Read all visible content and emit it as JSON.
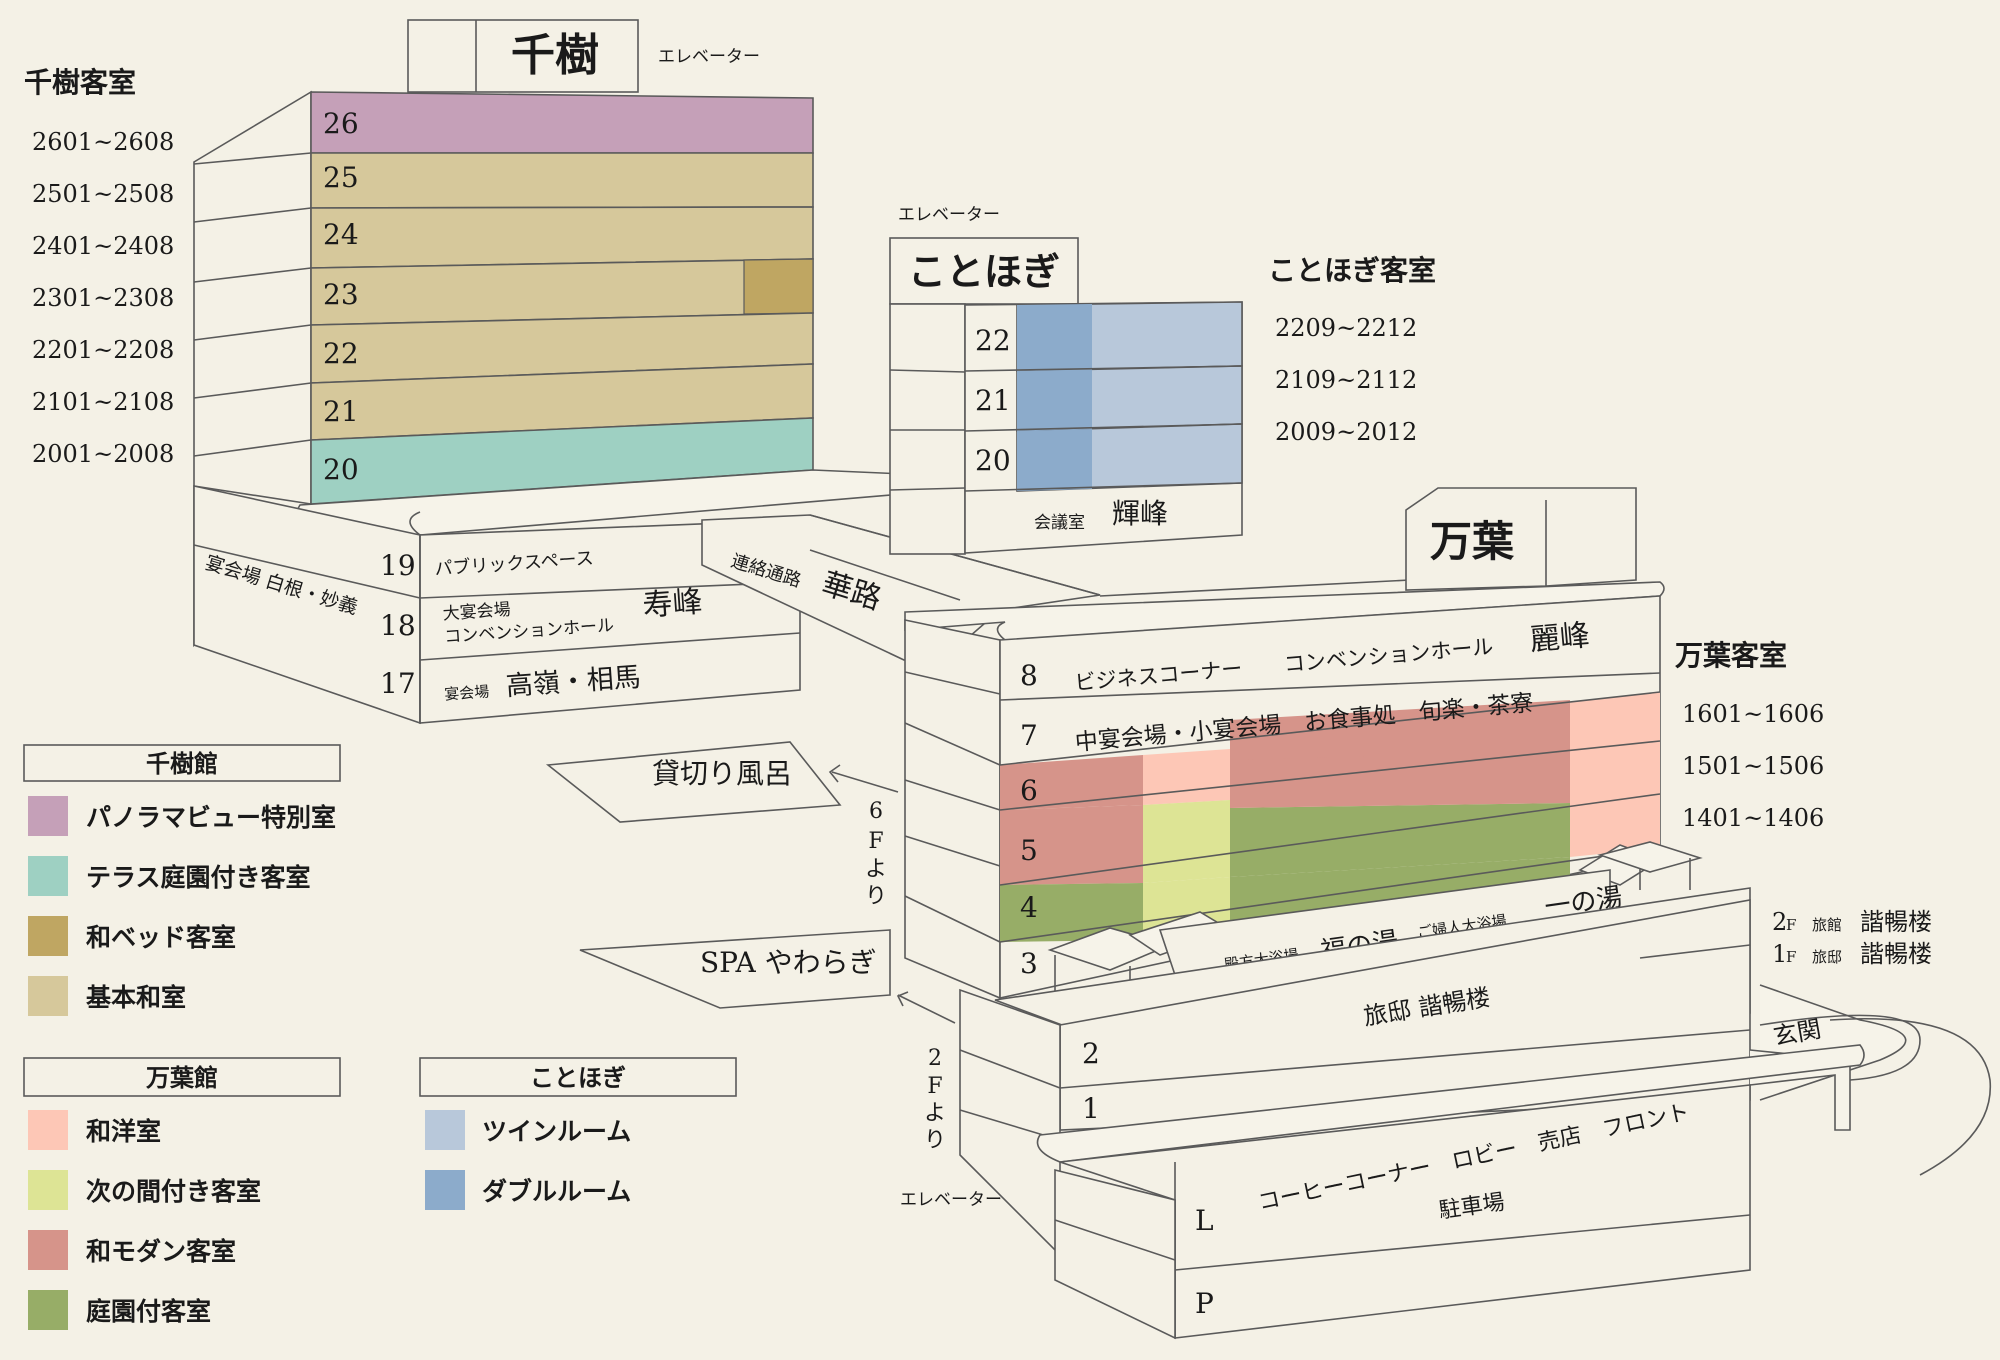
{
  "colors": {
    "background": "#f4f1e6",
    "panorama_special": "#c5a0b8",
    "terrace_garden": "#9ed0c2",
    "wa_bed": "#bfa662",
    "basic_washitsu": "#d6c89b",
    "wayo": "#fdc7b6",
    "tsugi_no_ma": "#dde495",
    "wa_modern": "#d6948a",
    "teien": "#97ad67",
    "twin": "#b8c8da",
    "double": "#8cabcb"
  },
  "senju": {
    "name": "千樹",
    "elevator": "エレベーター",
    "rooms_heading": "千樹客室",
    "room_ranges": [
      "2601~2608",
      "2501~2508",
      "2401~2408",
      "2301~2308",
      "2201~2208",
      "2101~2108",
      "2001~2008"
    ],
    "floors": [
      "26",
      "25",
      "24",
      "23",
      "22",
      "21",
      "20"
    ],
    "lower_floors": [
      {
        "num": "19",
        "small": "パブリックスペース",
        "name": ""
      },
      {
        "num": "18",
        "small": "大宴会場",
        "small2": "コンベンションホール",
        "name": "寿峰"
      },
      {
        "num": "17",
        "small": "宴会場",
        "name": "高嶺・相馬"
      }
    ],
    "side_label": "宴会場 白根・妙義"
  },
  "kotohogi": {
    "name": "ことほぎ",
    "elevator": "エレベーター",
    "rooms_heading": "ことほぎ客室",
    "room_ranges": [
      "2209~2212",
      "2109~2112",
      "2009~2012"
    ],
    "floors": [
      "22",
      "21",
      "20"
    ],
    "meeting_small": "会議室",
    "meeting_name": "輝峰"
  },
  "corridor": {
    "small": "連絡通路",
    "name": "華路"
  },
  "manyo": {
    "name": "万葉",
    "rooms_heading": "万葉客室",
    "room_ranges": [
      "1601~1606",
      "1501~1506",
      "1401~1406"
    ],
    "floor8": {
      "num": "8",
      "text1": "ビジネスコーナー",
      "text2": "コンベンションホール",
      "name": "麗峰"
    },
    "floor7": {
      "num": "7",
      "text": "中宴会場・小宴会場　お食事処　旬楽・茶寮"
    },
    "floors": [
      "6",
      "5",
      "4",
      "3",
      "2",
      "1",
      "L",
      "P"
    ],
    "bath_small1": "殿方大浴場",
    "bath1": "福の湯",
    "bath_small2": "ご婦人大浴場",
    "bath2": "一の湯",
    "ryotei": "旅邸 諧暢楼",
    "genkan": "玄関",
    "lobby": "コーヒーコーナー　ロビー　売店　フロント",
    "parking": "駐車場",
    "elevator": "エレベーター"
  },
  "annex": [
    {
      "floor": "2",
      "unit": "F",
      "small": "旅館",
      "name": "諧暢楼"
    },
    {
      "floor": "1",
      "unit": "F",
      "small": "旅邸",
      "name": "諧暢楼"
    }
  ],
  "kashikiri": "貸切り風呂",
  "from_6f": [
    "6",
    "F",
    "よ",
    "り"
  ],
  "spa": "SPA やわらぎ",
  "from_2f": [
    "2",
    "F",
    "よ",
    "り"
  ],
  "legend_senju": {
    "title": "千樹館",
    "items": [
      {
        "label": "パノラマビュー特別室",
        "color": "#c5a0b8"
      },
      {
        "label": "テラス庭園付き客室",
        "color": "#9ed0c2"
      },
      {
        "label": "和ベッド客室",
        "color": "#bfa662"
      },
      {
        "label": "基本和室",
        "color": "#d6c89b"
      }
    ]
  },
  "legend_manyo": {
    "title": "万葉館",
    "items": [
      {
        "label": "和洋室",
        "color": "#fdc7b6"
      },
      {
        "label": "次の間付き客室",
        "color": "#dde495"
      },
      {
        "label": "和モダン客室",
        "color": "#d6948a"
      },
      {
        "label": "庭園付客室",
        "color": "#97ad67"
      }
    ]
  },
  "legend_kotohogi": {
    "title": "ことほぎ",
    "items": [
      {
        "label": "ツインルーム",
        "color": "#b8c8da"
      },
      {
        "label": "ダブルルーム",
        "color": "#8cabcb"
      }
    ]
  }
}
